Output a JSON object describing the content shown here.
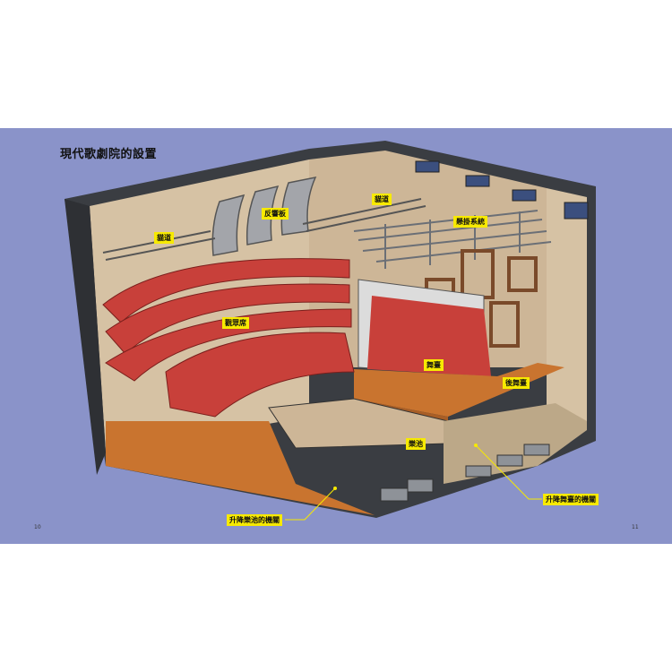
{
  "title": "現代歌劇院的設置",
  "labels": {
    "catwalk_left": "貓道",
    "catwalk_right": "貓道",
    "reflector": "反響板",
    "fly_system": "懸掛系統",
    "auditorium": "觀眾席",
    "stage": "舞臺",
    "backstage": "後舞臺",
    "orchestra_pit": "樂池",
    "pit_lift": "升降樂池的機關",
    "stage_lift": "升降舞臺的機關"
  },
  "page_numbers": {
    "left": "10",
    "right": "11"
  },
  "colors": {
    "background": "#8a93c9",
    "label": "#f7ea00",
    "seats": "#c8403a",
    "floor": "#c9742f",
    "wall": "#d8c3a5"
  }
}
